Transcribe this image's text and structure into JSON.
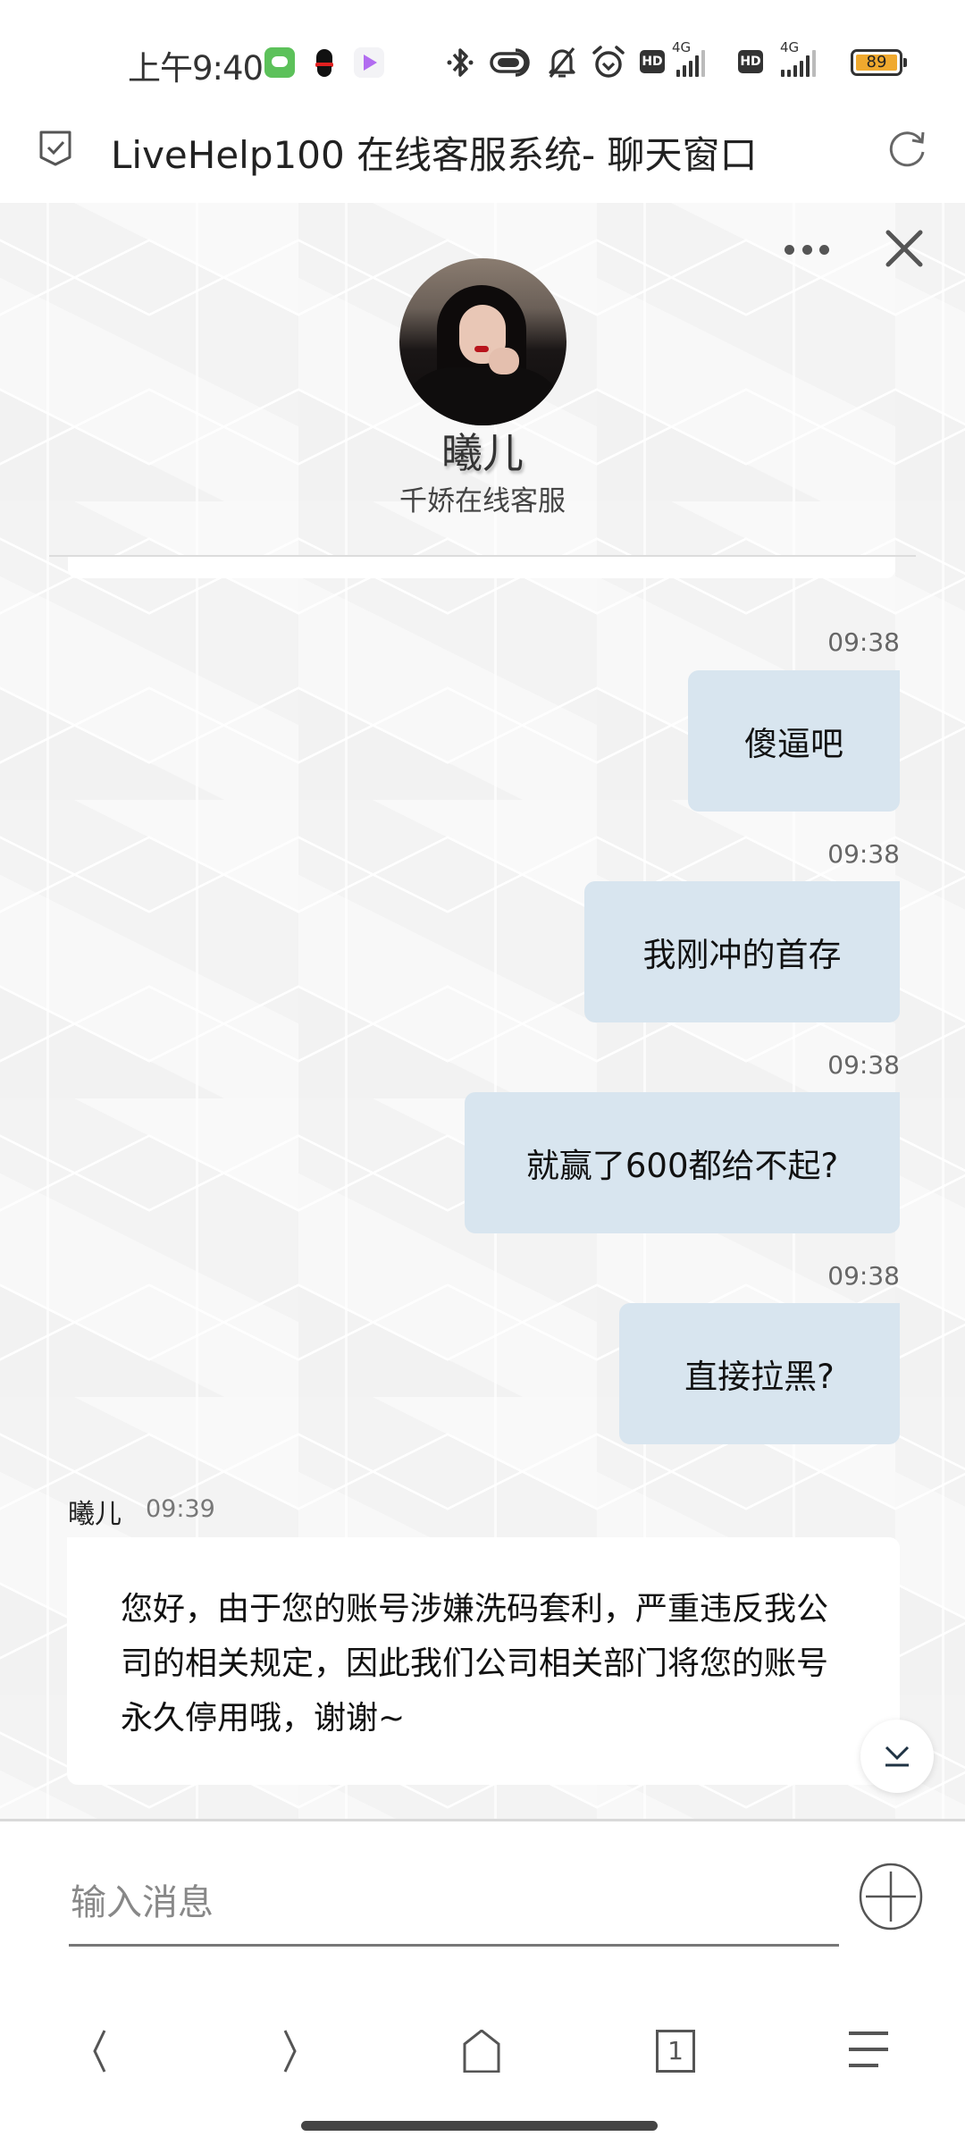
{
  "status_bar": {
    "time": "上午9:40",
    "notification_icons": [
      "pop-app-icon",
      "qq-icon",
      "video-player-icon"
    ],
    "system_icons": [
      "bluetooth-icon",
      "nfc-icon",
      "mute-icon",
      "alarm-icon",
      "hd-icon",
      "signal-4g-icon",
      "hd-icon",
      "signal-4g-icon",
      "battery-icon"
    ],
    "hd_label": "HD",
    "network_1": "4G",
    "network_2": "4G",
    "battery_level": "89",
    "battery_color": "#f0a92e"
  },
  "browser": {
    "title": "LiveHelp100 在线客服系统- 聊天窗口",
    "security_icon": "shield-check-icon",
    "refresh_icon": "refresh-icon"
  },
  "chat_header": {
    "more_icon": "more-icon",
    "close_icon": "close-icon",
    "agent_name": "曦儿",
    "agent_company": "千娇在线客服"
  },
  "messages": [
    {
      "direction": "outgoing",
      "time": "09:38",
      "text": "傻逼吧"
    },
    {
      "direction": "outgoing",
      "time": "09:38",
      "text": "我刚冲的首存"
    },
    {
      "direction": "outgoing",
      "time": "09:38",
      "text": "就赢了600都给不起?"
    },
    {
      "direction": "outgoing",
      "time": "09:38",
      "text": "直接拉黑?"
    },
    {
      "direction": "incoming",
      "sender": "曦儿",
      "time": "09:39",
      "text": "您好，由于您的账号涉嫌洗码套利，严重违反我公司的相关规定，因此我们公司相关部门将您的账号永久停用哦，谢谢~"
    }
  ],
  "colors": {
    "outgoing_bubble": "#d8e5ef",
    "incoming_bubble": "#ffffff",
    "scroll_icon": "#1f3344"
  },
  "composer": {
    "placeholder": "输入消息",
    "value": "",
    "add_icon": "plus-circle-icon"
  },
  "bottom_nav": {
    "items": [
      {
        "name": "back",
        "icon": "chevron-left-icon"
      },
      {
        "name": "forward",
        "icon": "chevron-right-icon"
      },
      {
        "name": "home",
        "icon": "home-icon"
      },
      {
        "name": "tabs",
        "icon": "tabs-icon",
        "count": "1"
      },
      {
        "name": "menu",
        "icon": "menu-icon"
      }
    ]
  }
}
